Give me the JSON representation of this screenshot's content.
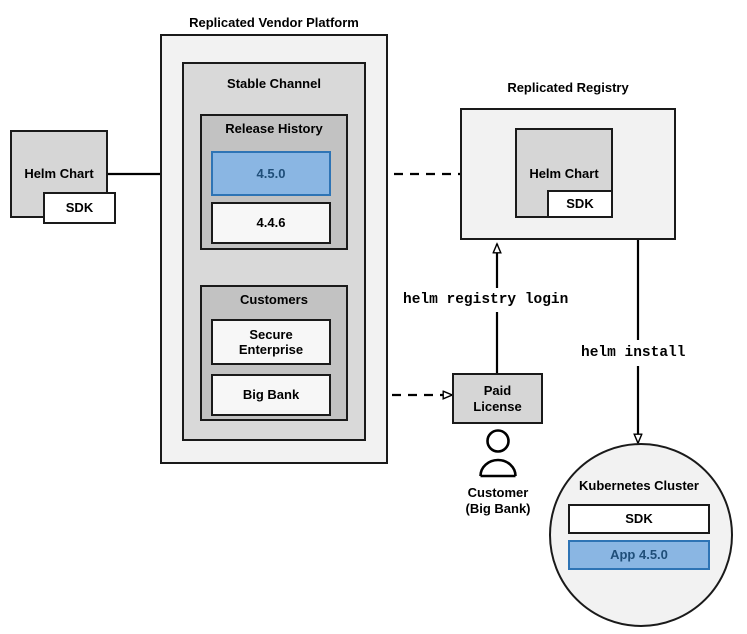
{
  "diagram": {
    "title_labels": [
      {
        "id": "platform-title",
        "text": "Replicated Vendor Platform"
      },
      {
        "id": "registry-title",
        "text": "Replicated Registry"
      }
    ],
    "vendor_platform": {
      "label": "Replicated Vendor Platform",
      "stable_channel": {
        "label": "Stable Channel",
        "release_history": {
          "label": "Release History",
          "releases": [
            {
              "version": "4.5.0",
              "highlighted": true
            },
            {
              "version": "4.4.6",
              "highlighted": false
            }
          ]
        },
        "customers": {
          "label": "Customers",
          "items": [
            {
              "name": "Secure\nEnterprise",
              "line1": "Secure",
              "line2": "Enterprise"
            },
            {
              "name": "Big Bank",
              "line1": "Big Bank",
              "line2": ""
            }
          ]
        }
      }
    },
    "source_chart": {
      "label": "Helm Chart",
      "sdk_label": "SDK"
    },
    "registry": {
      "title": "Replicated Registry",
      "chart_label": "Helm Chart",
      "sdk_label": "SDK"
    },
    "license": {
      "line1": "Paid",
      "line2": "License"
    },
    "customer_actor": {
      "line1": "Customer",
      "line2": "(Big Bank)",
      "icon": "person-icon"
    },
    "cluster": {
      "title": "Kubernetes Cluster",
      "components": [
        {
          "label": "SDK",
          "highlighted": false
        },
        {
          "label": "App 4.5.0",
          "highlighted": true
        }
      ]
    },
    "edge_labels": [
      {
        "id": "registry-login",
        "text": "helm registry login"
      },
      {
        "id": "helm-install",
        "text": "helm install"
      }
    ],
    "colors": {
      "accent_blue_fill": "#8ab6e3",
      "accent_blue_border": "#2e74b5",
      "accent_blue_text": "#1f4e79",
      "outline": "#1a1a1a",
      "platform_fill": "#f2f2f2",
      "channel_fill": "#d9d9d9",
      "group_fill": "#c2c2c2",
      "box_fill": "#f7f7f7",
      "chart_fill": "#d6d6d6"
    }
  }
}
